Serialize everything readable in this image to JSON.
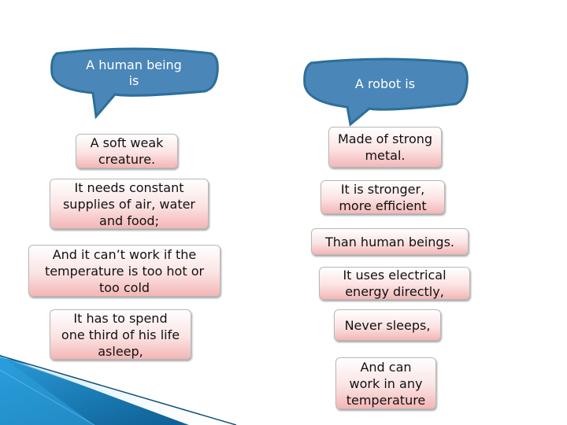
{
  "colors": {
    "bubble_fill": "#4a86b7",
    "bubble_border": "#2c6f9a",
    "card_gradient_bottom": "#f4b6b6",
    "corner_accent": "#1e87c4"
  },
  "human": {
    "heading": "A human being\nis",
    "items": [
      "A soft weak\ncreature.",
      "It needs constant\nsupplies of air, water\nand food;",
      "And it can’t work if the\ntemperature is too hot or\ntoo cold",
      "It has to spend\none third of his life\nasleep,"
    ]
  },
  "robot": {
    "heading": "A robot is",
    "items": [
      "Made of strong\nmetal.",
      "It is stronger,\nmore efficient",
      "Than human beings.",
      "It uses electrical\nenergy directly,",
      "Never sleeps,",
      "And can\nwork in any\ntemperature"
    ]
  }
}
